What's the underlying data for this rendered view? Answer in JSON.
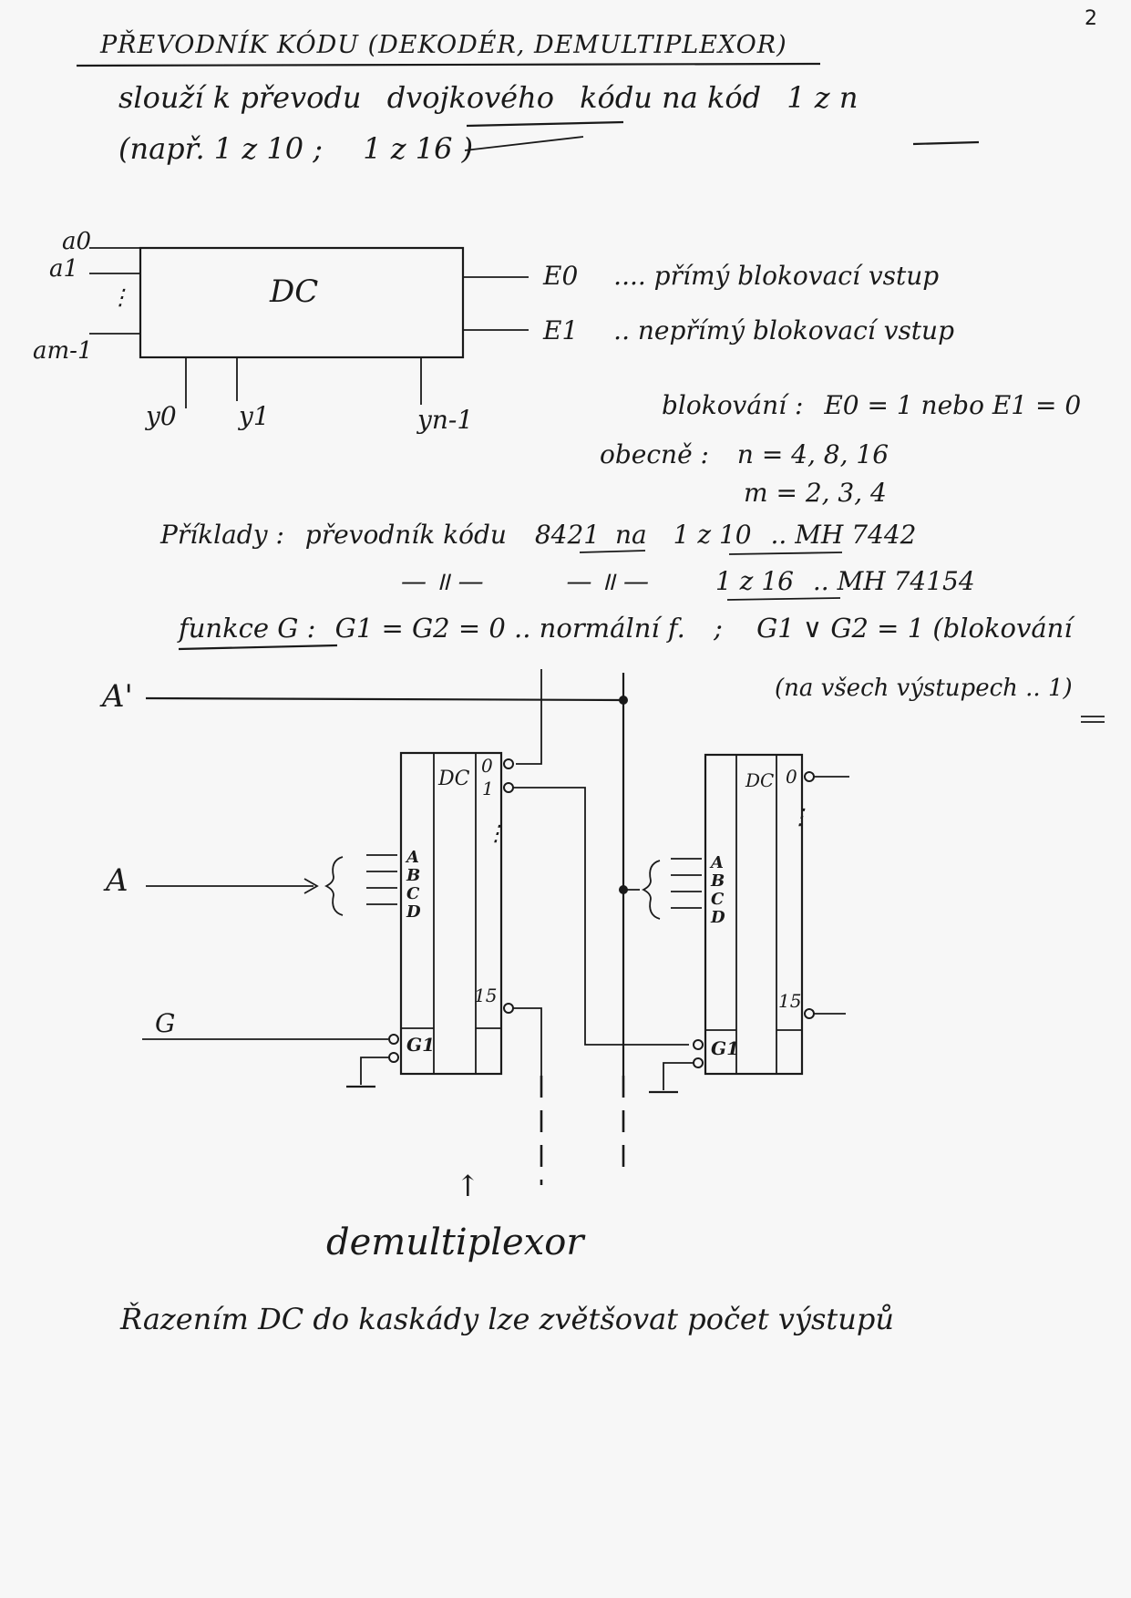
{
  "page_number": "2",
  "heading": "PŘEVODNÍK KÓDU (DEKODÉR, DEMULTIPLEXOR)",
  "intro": {
    "line1_prefix": "slouží k převodu",
    "line1_underlined": "dvojkového",
    "line1_mid": "kódu na kód",
    "line1_code": "1 z n",
    "line2": "(např.  1 z 10 ;",
    "line2_end": "1 z 16 )"
  },
  "dc_block": {
    "label": "DC",
    "inputs": [
      "a0",
      "a1",
      "⋮",
      "am-1"
    ],
    "outputs": [
      "y0",
      "y1",
      "yn-1"
    ],
    "enable_inputs": [
      {
        "name": "E0",
        "desc": ".... přímý blokovací vstup"
      },
      {
        "name": "E1",
        "desc": ".. nepřímý blokovací vstup"
      }
    ]
  },
  "blocking": {
    "label": "blokování :",
    "formula": "E0 = 1  nebo  E1 = 0"
  },
  "general": {
    "label": "obecně :",
    "n_formula": "n = 4, 8, 16",
    "m_formula": "m = 2, 3, 4"
  },
  "examples": {
    "label": "Příklady :",
    "row1": {
      "text": "převodník kódu",
      "code": "8421",
      "na": "na",
      "target": "1 z 10",
      "part": ".. MH 7442"
    },
    "row2": {
      "ditto1": "— ॥ —",
      "ditto2": "— ॥ —",
      "target": "1 z 16",
      "part": ".. MH 74154"
    }
  },
  "function_g": {
    "label": "funkce G :",
    "normal": "G1 = G2 = 0 .. normální f.",
    "sep": ";",
    "blocking": "G1 ∨ G2 = 1 (blokování",
    "blocking_note": "(na všech výstupech .. 1)"
  },
  "schematic": {
    "signal_a_prime": "A'",
    "signal_a": "A",
    "signal_g": "G",
    "chip_label": "DC",
    "pins_in": [
      "A",
      "B",
      "C",
      "D"
    ],
    "pin_g": "G1",
    "out_top_0": "0",
    "out_top_1": "1",
    "out_dots": "⋮",
    "out_bottom": "15",
    "arrow": "↑"
  },
  "demux_label": "demultiplexor",
  "footer": "Řazením DC do kaskády lze zvětšovat počet výstupů"
}
